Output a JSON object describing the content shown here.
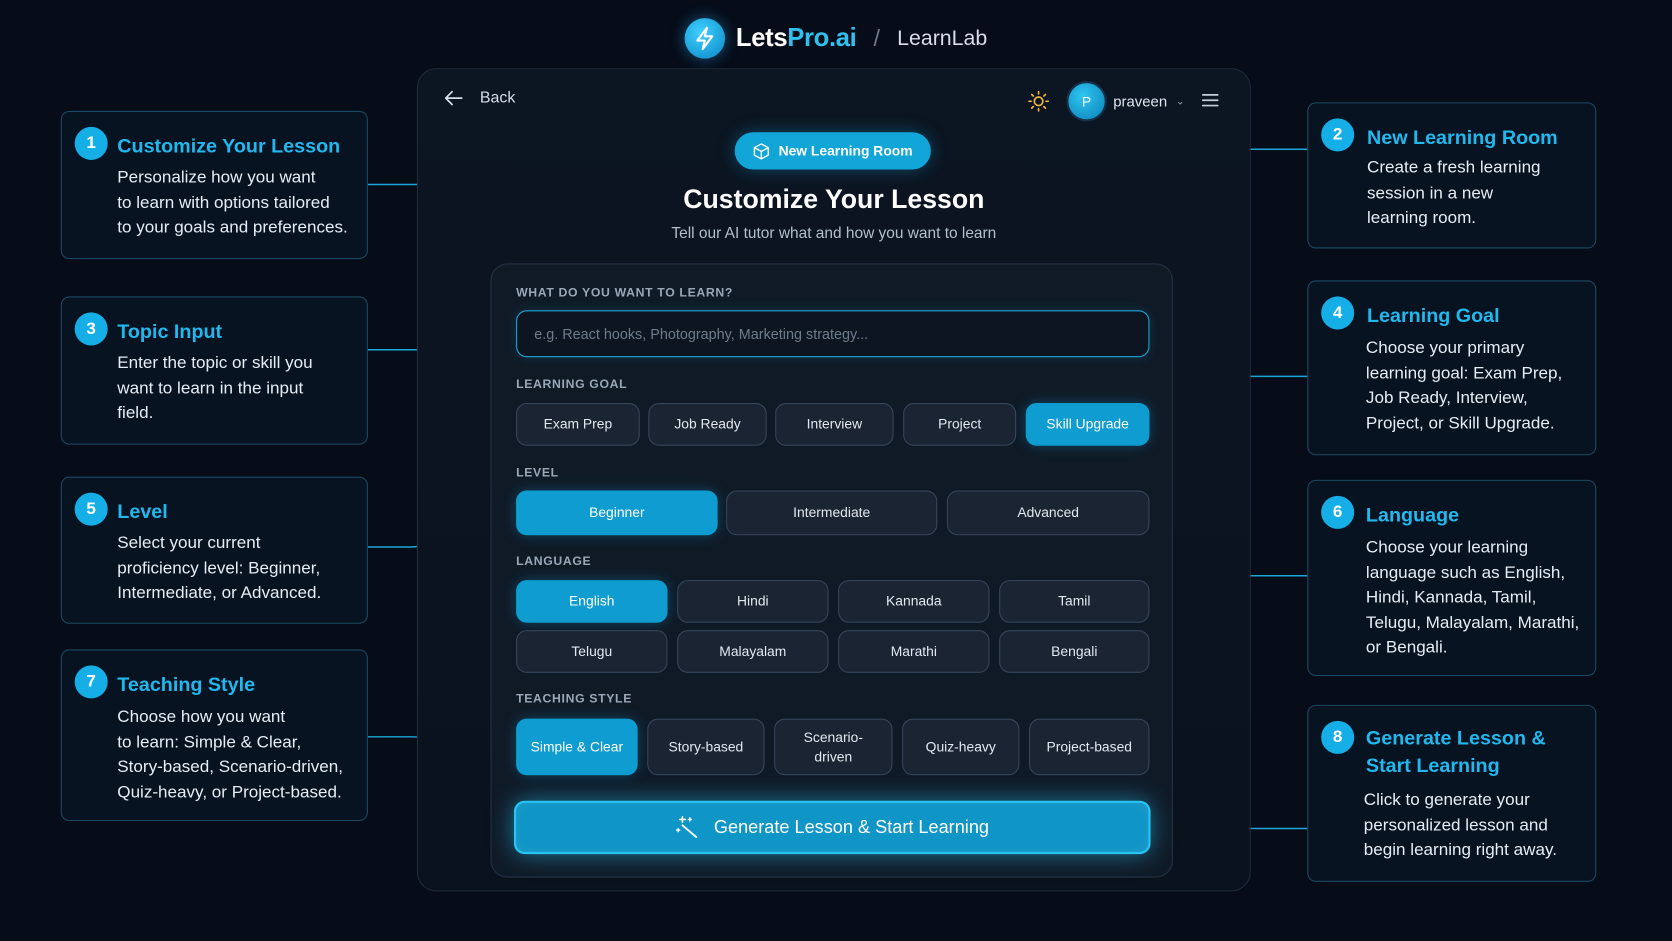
{
  "brand": {
    "name_main": "Lets",
    "name_accent": "Pro.ai",
    "separator": "/",
    "product": "LearnLab"
  },
  "header": {
    "back_label": "Back",
    "username": "praveen",
    "avatar_initial": "P",
    "caret": "⌄"
  },
  "room_badge": "New Learning Room",
  "page": {
    "title": "Customize Your Lesson",
    "subtitle": "Tell our AI tutor what and how you want to learn"
  },
  "topic": {
    "label": "WHAT DO YOU WANT TO LEARN?",
    "placeholder": "e.g. React hooks, Photography, Marketing strategy...",
    "value": ""
  },
  "goal": {
    "label": "LEARNING GOAL",
    "options": [
      "Exam Prep",
      "Job Ready",
      "Interview",
      "Project",
      "Skill Upgrade"
    ],
    "selected": "Skill Upgrade"
  },
  "level": {
    "label": "LEVEL",
    "options": [
      "Beginner",
      "Intermediate",
      "Advanced"
    ],
    "selected": "Beginner"
  },
  "language": {
    "label": "LANGUAGE",
    "options": [
      "English",
      "Hindi",
      "Kannada",
      "Tamil",
      "Telugu",
      "Malayalam",
      "Marathi",
      "Bengali"
    ],
    "selected": "English"
  },
  "style": {
    "label": "TEACHING STYLE",
    "options": [
      "Simple & Clear",
      "Story-based",
      "Scenario-\ndriven",
      "Quiz-heavy",
      "Project-based"
    ],
    "selected": "Simple & Clear"
  },
  "generate_label": "Generate Lesson & Start Learning",
  "colors": {
    "accent": "#15aee6",
    "background": "#060c18",
    "panel": "#101a27",
    "selected": "#0f9cd0"
  },
  "icons": {
    "brand": "lightning-icon",
    "back": "arrow-left-icon",
    "theme": "sun-icon",
    "menu": "hamburger-icon",
    "room": "cube-icon",
    "generate": "sparkle-wand-icon"
  },
  "callouts": [
    {
      "number": "1",
      "title": "Customize Your Lesson",
      "desc": "Personalize how you want\nto learn with options tailored\nto your goals and preferences."
    },
    {
      "number": "2",
      "title": "New Learning Room",
      "desc": "Create a fresh learning\nsession in a new\nlearning room."
    },
    {
      "number": "3",
      "title": "Topic Input",
      "desc": "Enter the topic or skill you\nwant to learn in the input\nfield."
    },
    {
      "number": "4",
      "title": "Learning Goal",
      "desc": "Choose your primary\nlearning goal: Exam Prep,\nJob Ready, Interview,\nProject, or Skill Upgrade."
    },
    {
      "number": "5",
      "title": "Level",
      "desc": "Select your current\nproficiency level: Beginner,\nIntermediate, or Advanced."
    },
    {
      "number": "6",
      "title": "Language",
      "desc": "Choose your learning\nlanguage such as English,\nHindi, Kannada, Tamil,\nTelugu, Malayalam, Marathi,\nor Bengali."
    },
    {
      "number": "7",
      "title": "Teaching Style",
      "desc": "Choose how you want\nto learn: Simple & Clear,\nStory-based, Scenario-driven,\nQuiz-heavy, or Project-based."
    },
    {
      "number": "8",
      "title": "Generate Lesson &\nStart Learning",
      "desc": "Click to generate your\npersonalized lesson and\nbegin learning right away."
    }
  ]
}
